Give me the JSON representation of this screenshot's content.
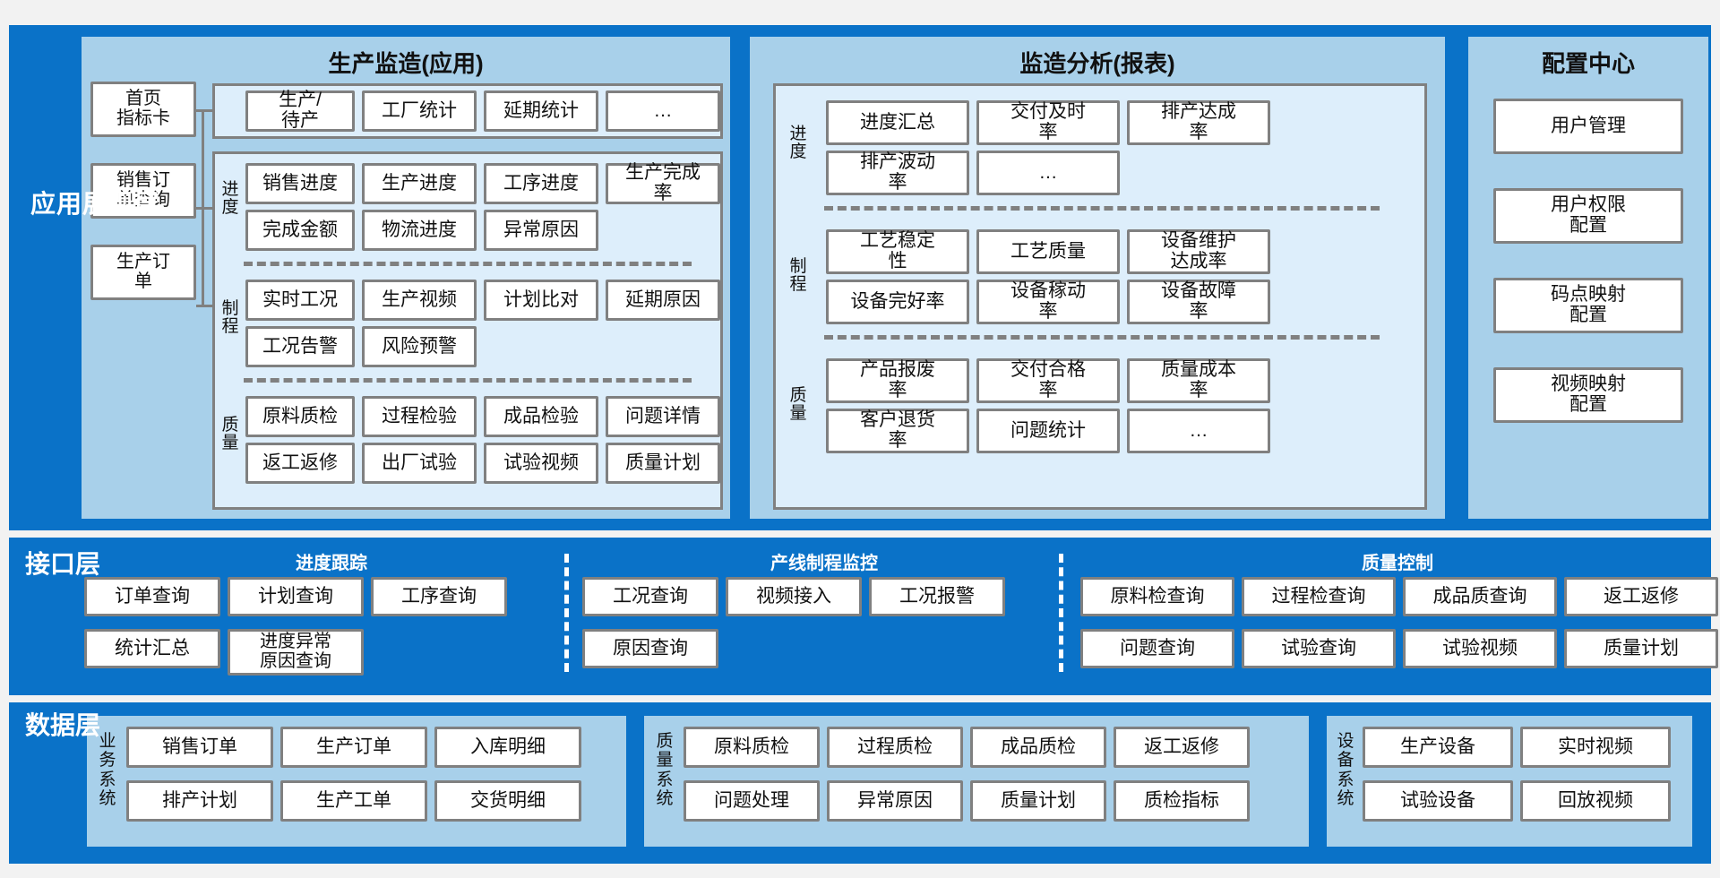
{
  "layers": {
    "app": {
      "label": "应用展现层",
      "panelA": {
        "title": "生产监造(应用)",
        "left_items": [
          "首页\n指标卡",
          "销售订\n单查询",
          "生产订\n单"
        ],
        "top_row": [
          "生产/\n待产",
          "工厂统计",
          "延期统计",
          "…"
        ],
        "groups": [
          {
            "label": "进\n度",
            "rows": [
              [
                "销售进度",
                "生产进度",
                "工序进度",
                "生产完成\n率"
              ],
              [
                "完成金额",
                "物流进度",
                "异常原因"
              ]
            ]
          },
          {
            "label": "制\n程",
            "rows": [
              [
                "实时工况",
                "生产视频",
                "计划比对",
                "延期原因"
              ],
              [
                "工况告警",
                "风险预警"
              ]
            ]
          },
          {
            "label": "质\n量",
            "rows": [
              [
                "原料质检",
                "过程检验",
                "成品检验",
                "问题详情"
              ],
              [
                "返工返修",
                "出厂试验",
                "试验视频",
                "质量计划"
              ]
            ]
          }
        ]
      },
      "panelB": {
        "title": "监造分析(报表)",
        "groups": [
          {
            "label": "进\n度",
            "rows": [
              [
                "进度汇总",
                "交付及时\n率",
                "排产达成\n率"
              ],
              [
                "排产波动\n率",
                "…"
              ]
            ]
          },
          {
            "label": "制\n程",
            "rows": [
              [
                "工艺稳定\n性",
                "工艺质量",
                "设备维护\n达成率"
              ],
              [
                "设备完好率",
                "设备稼动\n率",
                "设备故障\n率"
              ]
            ]
          },
          {
            "label": "质\n量",
            "rows": [
              [
                "产品报废\n率",
                "交付合格\n率",
                "质量成本\n率"
              ],
              [
                "客户退货\n率",
                "问题统计",
                "…"
              ]
            ]
          }
        ]
      },
      "panelC": {
        "title": "配置中心",
        "items": [
          "用户管理",
          "用户权限\n配置",
          "码点映射\n配置",
          "视频映射\n配置"
        ]
      }
    },
    "interface": {
      "label": "接口层",
      "groups": [
        {
          "title": "进度跟踪",
          "rows": [
            [
              "订单查询",
              "计划查询",
              "工序查询"
            ],
            [
              "统计汇总",
              "进度异常\n原因查询"
            ]
          ]
        },
        {
          "title": "产线制程监控",
          "rows": [
            [
              "工况查询",
              "视频接入",
              "工况报警"
            ],
            [
              "原因查询"
            ]
          ]
        },
        {
          "title": "质量控制",
          "rows": [
            [
              "原料检查询",
              "过程检查询",
              "成品质查询",
              "返工返修"
            ],
            [
              "问题查询",
              "试验查询",
              "试验视频",
              "质量计划"
            ]
          ]
        }
      ]
    },
    "data": {
      "label": "数据层",
      "groups": [
        {
          "label": "业\n务\n系\n统",
          "rows": [
            [
              "销售订单",
              "生产订单",
              "入库明细"
            ],
            [
              "排产计划",
              "生产工单",
              "交货明细"
            ]
          ]
        },
        {
          "label": "质\n量\n系\n统",
          "rows": [
            [
              "原料质检",
              "过程质检",
              "成品质检",
              "返工返修"
            ],
            [
              "问题处理",
              "异常原因",
              "质量计划",
              "质检指标"
            ]
          ]
        },
        {
          "label": "设\n备\n系\n统",
          "rows": [
            [
              "生产设备",
              "实时视频"
            ],
            [
              "试验设备",
              "回放视频"
            ]
          ]
        }
      ]
    }
  },
  "colors": {
    "layer_blue": "#0a72c8",
    "panel_blue": "#a8d0ea",
    "group_blue": "#ddeefb",
    "tile_border": "#808080",
    "tile_bg": "#ffffff"
  }
}
